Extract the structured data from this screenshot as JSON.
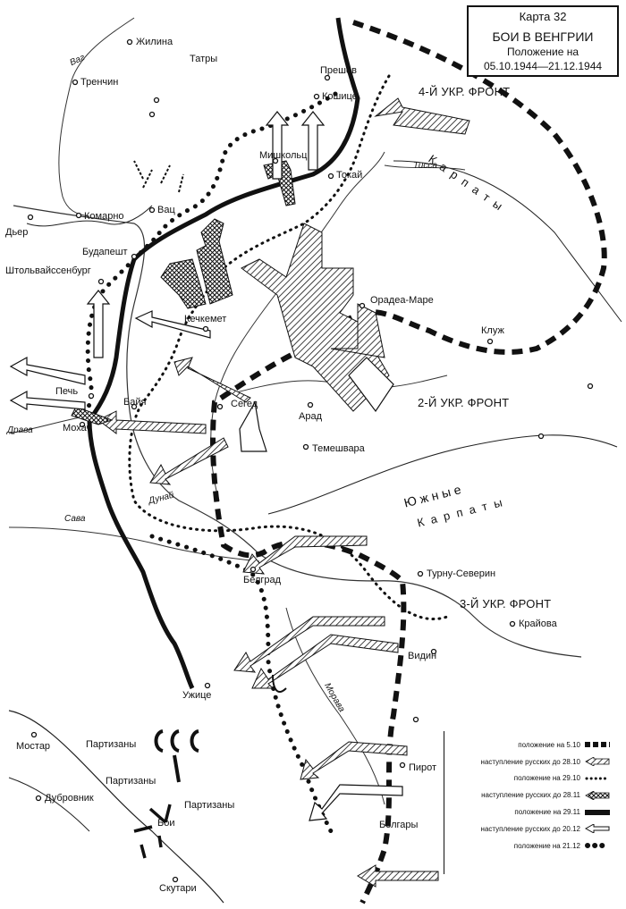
{
  "title": {
    "map_number": "Карта 32",
    "name": "БОИ В ВЕНГРИИ",
    "subtitle_1": "Положение на",
    "subtitle_2": "05.10.1944—21.12.1944"
  },
  "cities": [
    {
      "name": "Жилина"
    },
    {
      "name": "Тренчин"
    },
    {
      "name": "Прешов"
    },
    {
      "name": "Кошице"
    },
    {
      "name": "Мишкольц"
    },
    {
      "name": "Токай"
    },
    {
      "name": "Вац"
    },
    {
      "name": "Комарно"
    },
    {
      "name": "Дьер"
    },
    {
      "name": "Будапешт"
    },
    {
      "name": "Штольвайссенбург"
    },
    {
      "name": "Кечкемет"
    },
    {
      "name": "Орадеа-Маре"
    },
    {
      "name": "Клуж"
    },
    {
      "name": "Печь"
    },
    {
      "name": "Байя"
    },
    {
      "name": "Сегед"
    },
    {
      "name": "Арад"
    },
    {
      "name": "Мохач"
    },
    {
      "name": "Темешвара"
    },
    {
      "name": "Белград"
    },
    {
      "name": "Турну-Северин"
    },
    {
      "name": "Крайова"
    },
    {
      "name": "Видин"
    },
    {
      "name": "Ужице"
    },
    {
      "name": "Мостар"
    },
    {
      "name": "Пирот"
    },
    {
      "name": "Дубровник"
    },
    {
      "name": "Болгары"
    },
    {
      "name": "Скутари"
    }
  ],
  "regions": {
    "tatry": "Татры",
    "karpaty_north": "К а р п а т ы",
    "yuzhnye": "Южные",
    "karpaty_south": "К а р п а т ы"
  },
  "rivers": {
    "vag": "Ваг",
    "tisa": "Тисса",
    "drava": "Драва",
    "dunay": "Дунай",
    "sava": "Сава",
    "morava": "Морава"
  },
  "fronts": {
    "ukr4": "4-Й УКР. ФРОНТ",
    "ukr2": "2-Й УКР. ФРОНТ",
    "ukr3": "3-Й УКР. ФРОНТ"
  },
  "partisans": {
    "p1": "Партизаны",
    "p2": "Партизаны",
    "p3": "Партизаны",
    "battles": "Бои"
  },
  "legend": [
    {
      "label": "положение на 5.10",
      "symbol": "thick-dash"
    },
    {
      "label": "наступление русских до 28.10",
      "symbol": "hatched-arrow"
    },
    {
      "label": "положение на 29.10",
      "symbol": "small-dots"
    },
    {
      "label": "наступление русских до 28.11",
      "symbol": "crosshatch-arrow"
    },
    {
      "label": "положение на 29.11",
      "symbol": "solid-line"
    },
    {
      "label": "наступление русских до 20.12",
      "symbol": "open-arrow"
    },
    {
      "label": "положение на 21.12",
      "symbol": "big-dots"
    }
  ]
}
